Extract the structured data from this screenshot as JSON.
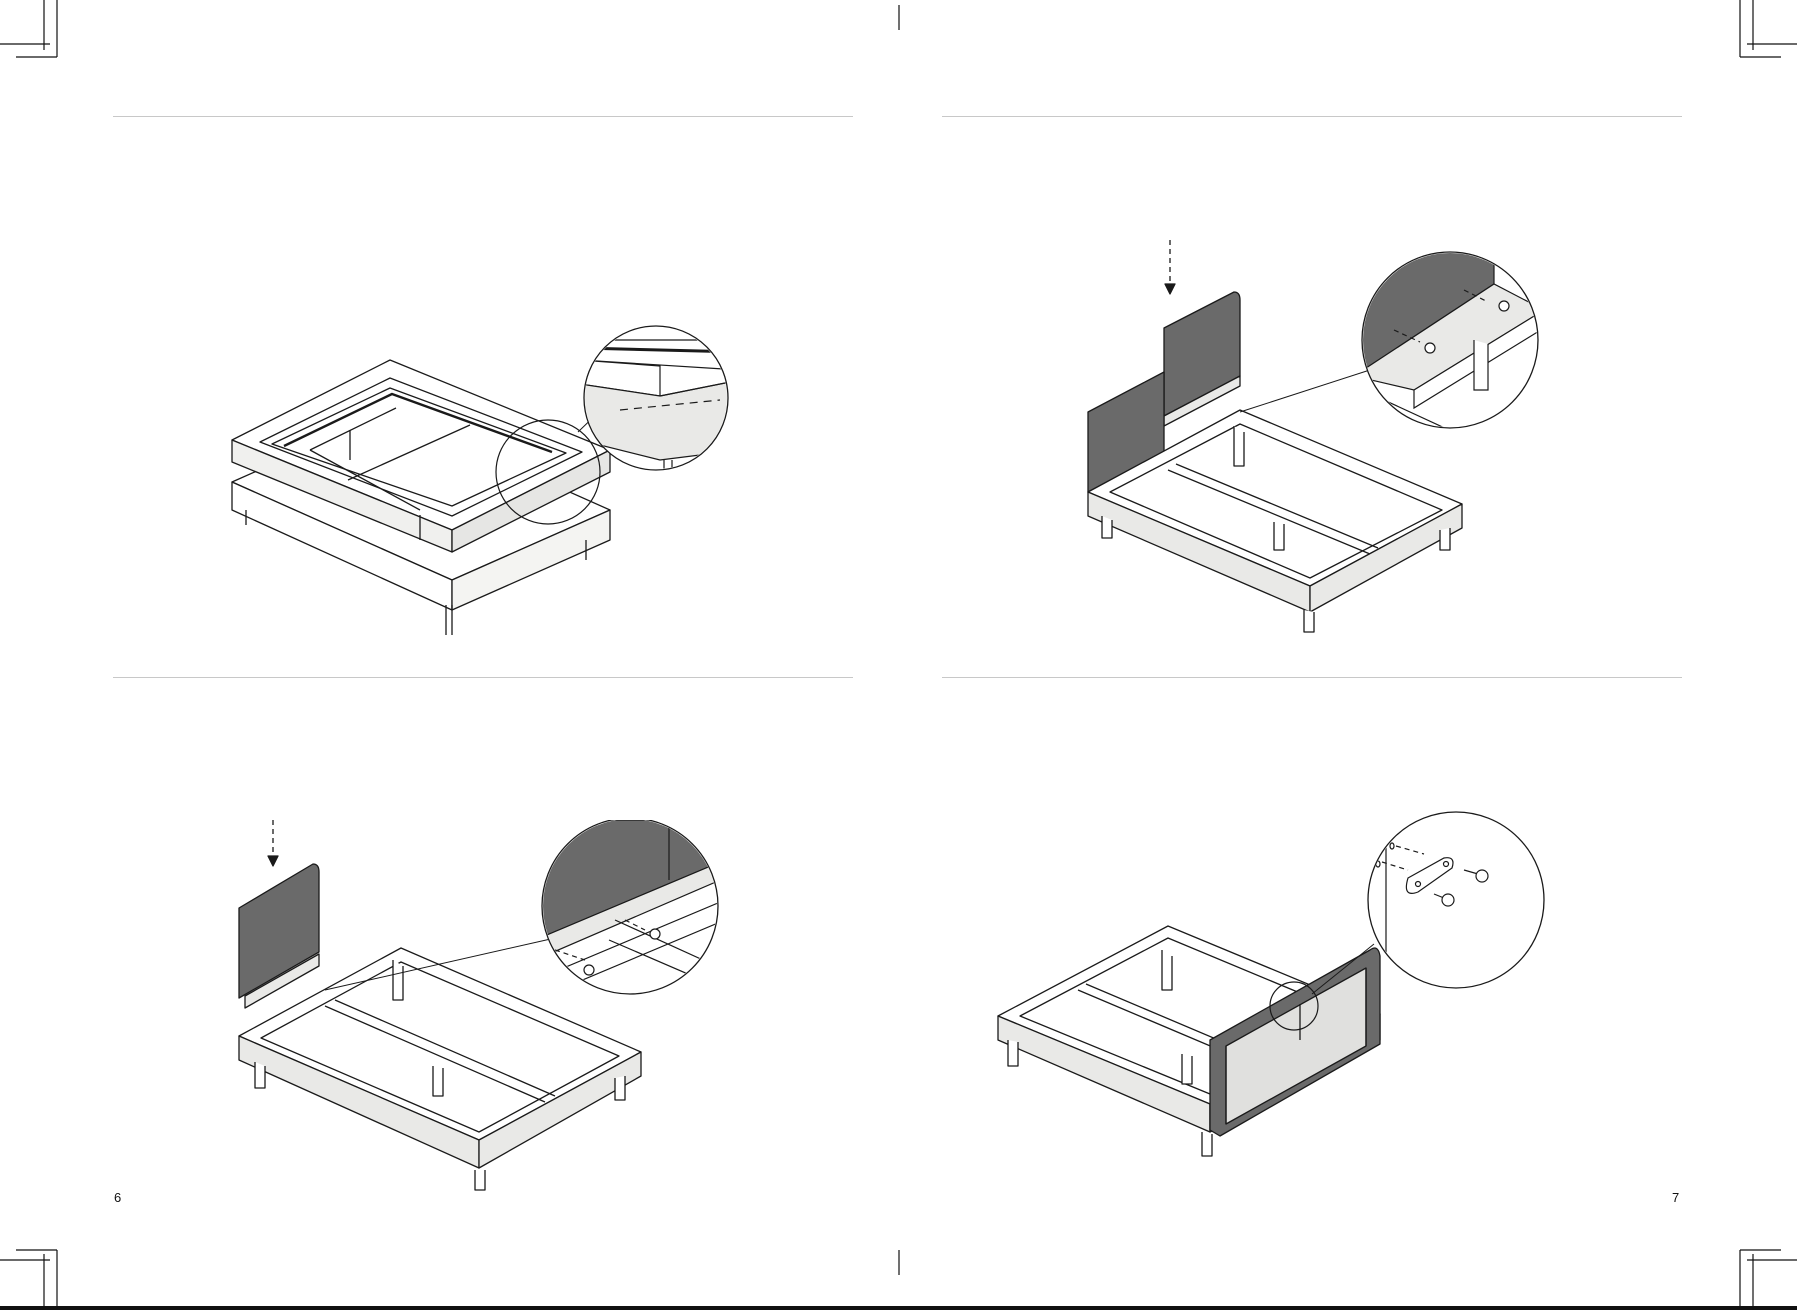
{
  "document": {
    "left_page": {
      "page_number": "6"
    },
    "right_page": {
      "page_number": "7"
    }
  },
  "colors": {
    "upholstery_dark": "#6a6a6a",
    "frame_light": "#e9e9e7",
    "line": "#1a1a1a",
    "rule": "#c8c8c8"
  },
  "steps": [
    {
      "id": "step-1",
      "illustration": "topper-frame-lowered-onto-base"
    },
    {
      "id": "step-2",
      "illustration": "two-headboard-panels-attached"
    },
    {
      "id": "step-3",
      "illustration": "single-headboard-panel-attached"
    },
    {
      "id": "step-4",
      "illustration": "connector-plate-screwed-to-headboard"
    }
  ]
}
